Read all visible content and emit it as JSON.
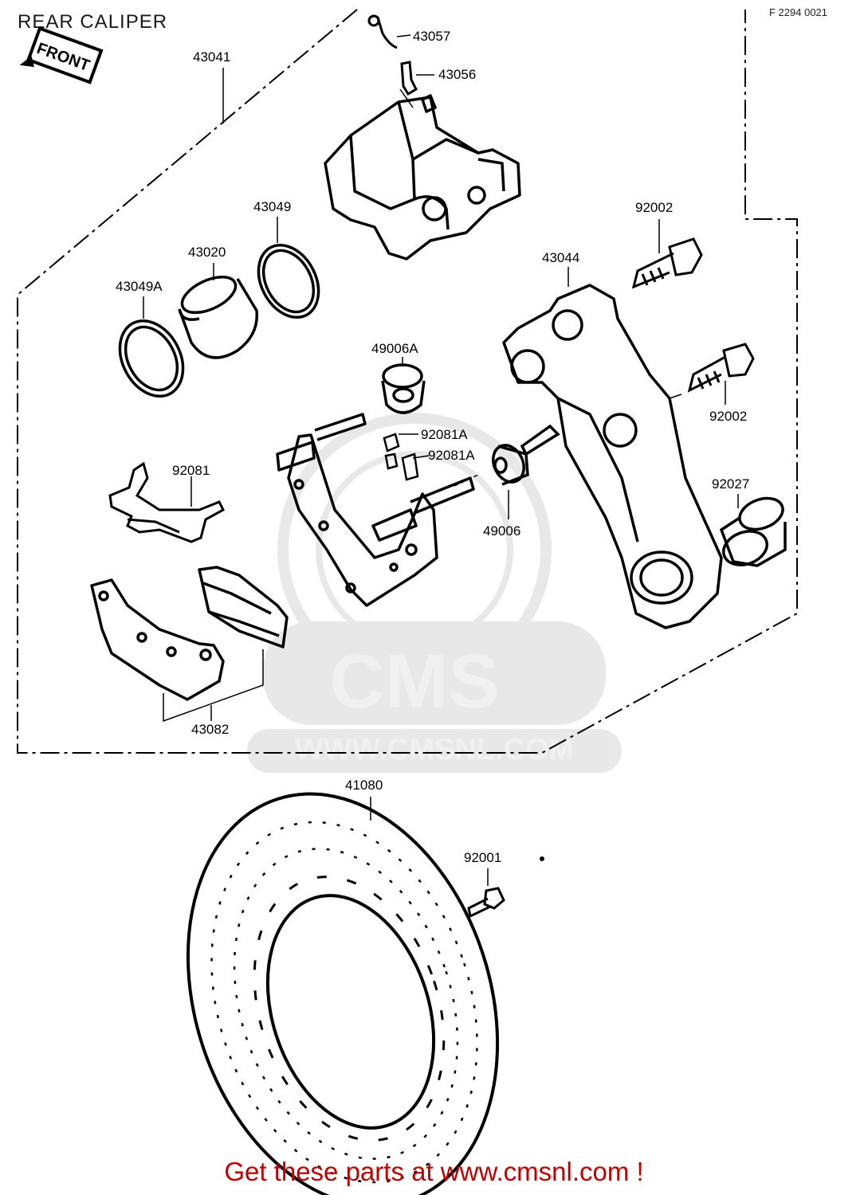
{
  "header": {
    "title": "REAR CALIPER",
    "code": "F 2294 0021",
    "front_badge": "FRONT"
  },
  "watermark": {
    "brand": "CMS",
    "url": "WWW.CMSNL.COM"
  },
  "parts": [
    {
      "id": "43057",
      "label": "43057"
    },
    {
      "id": "43056",
      "label": "43056"
    },
    {
      "id": "43041",
      "label": "43041"
    },
    {
      "id": "43049",
      "label": "43049"
    },
    {
      "id": "43020",
      "label": "43020"
    },
    {
      "id": "43049A",
      "label": "43049A"
    },
    {
      "id": "92002-top",
      "label": "92002"
    },
    {
      "id": "43044",
      "label": "43044"
    },
    {
      "id": "49006A",
      "label": "49006A"
    },
    {
      "id": "92002-bottom",
      "label": "92002"
    },
    {
      "id": "92081A-1",
      "label": "92081A"
    },
    {
      "id": "92081A-2",
      "label": "92081A"
    },
    {
      "id": "92081",
      "label": "92081"
    },
    {
      "id": "92027",
      "label": "92027"
    },
    {
      "id": "49006",
      "label": "49006"
    },
    {
      "id": "43082",
      "label": "43082"
    },
    {
      "id": "41080",
      "label": "41080"
    },
    {
      "id": "92001",
      "label": "92001"
    }
  ],
  "footer": {
    "link_text": "Get these parts at www.cmsnl.com !",
    "link_color": "#c00000"
  }
}
